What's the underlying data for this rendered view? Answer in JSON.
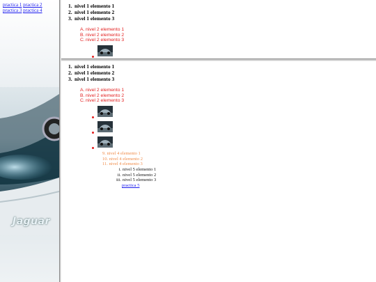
{
  "nav": {
    "links": [
      {
        "label": "practica 1"
      },
      {
        "label": "practica 2"
      },
      {
        "label": "practica 3"
      },
      {
        "label": "practica 4"
      }
    ]
  },
  "brand_text": "Jaguar",
  "top": {
    "level1": [
      {
        "marker": "1.",
        "label": "nivel 1 elemento 1"
      },
      {
        "marker": "2.",
        "label": "nivel 1 elemento 2"
      },
      {
        "marker": "3.",
        "label": "nivel 1 elemento 3"
      }
    ],
    "level2": [
      {
        "marker": "A.",
        "label": "nivel 2 elemento 1"
      },
      {
        "marker": "B.",
        "label": "nivel 2 elemento 2"
      },
      {
        "marker": "C.",
        "label": "nivel 2 elemento 3"
      }
    ]
  },
  "bottom": {
    "level1": [
      {
        "marker": "1.",
        "label": "nivel 1 elemento 1"
      },
      {
        "marker": "2.",
        "label": "nivel 1 elemento 2"
      },
      {
        "marker": "3.",
        "label": "nivel 1 elemento 3"
      }
    ],
    "level2": [
      {
        "marker": "A.",
        "label": "nivel 2 elemento 1"
      },
      {
        "marker": "B.",
        "label": "nivel 2 elemento 2"
      },
      {
        "marker": "C.",
        "label": "nivel 2 elemento 3"
      }
    ],
    "level4": [
      {
        "label": "9. nivel 4 elemento 1"
      },
      {
        "label": "10. nivel 4 elemento 2"
      },
      {
        "label": "11. nivel 4 elemento 3"
      }
    ],
    "level5": [
      {
        "marker": "i.",
        "label": "nivel 5 elemento 1"
      },
      {
        "marker": "ii.",
        "label": "nivel 5 elemento 2"
      },
      {
        "marker": "iii.",
        "label": "nivel 5 elemento 3"
      }
    ],
    "level6_link": "practica 5"
  },
  "colors": {
    "level2": "#e21f1f",
    "level4": "#f08c4a",
    "link": "#1a1aee"
  },
  "icons": {
    "thumbnail": "car-thumbnail-icon"
  }
}
